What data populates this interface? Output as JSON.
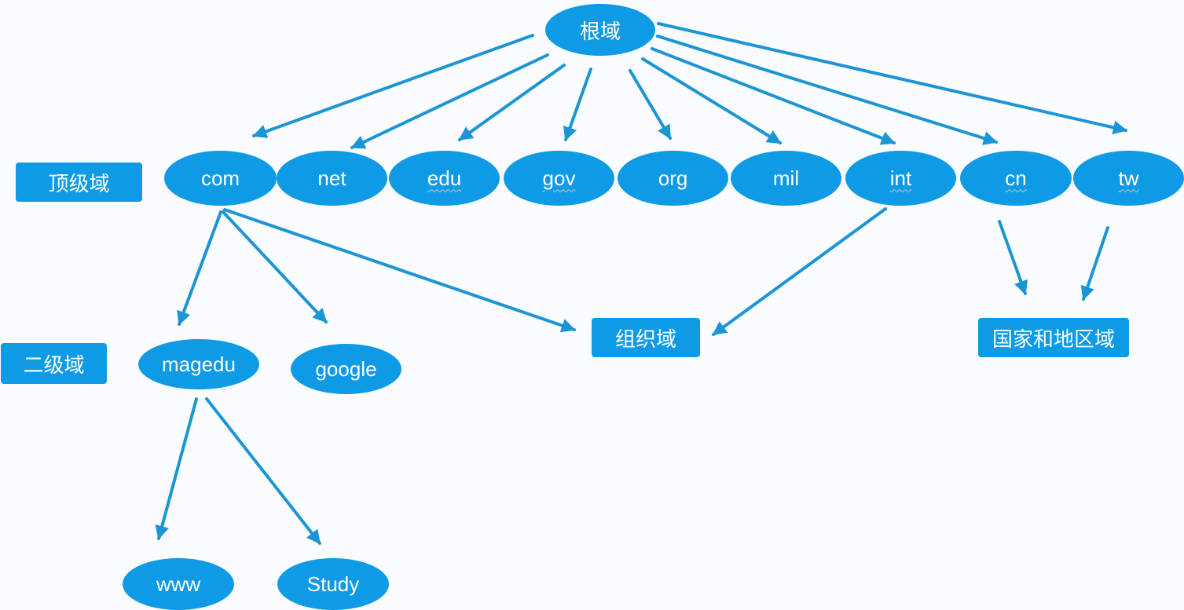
{
  "root": {
    "label": "根域"
  },
  "levels": {
    "top_level_label": "顶级域",
    "second_level_label": "二级域"
  },
  "tld": {
    "com": "com",
    "net": "net",
    "edu": "edu",
    "gov": "gov",
    "org": "org",
    "mil": "mil",
    "int": "int",
    "cn": "cn",
    "tw": "tw"
  },
  "categories": {
    "organization": "组织域",
    "country_region": "国家和地区域"
  },
  "second_level": {
    "magedu": "magedu",
    "google": "google"
  },
  "hosts": {
    "www": "www",
    "study": "Study"
  },
  "colors": {
    "node_fill": "#0f9ae6",
    "arrow": "#1b95d6",
    "text": "#ffffff",
    "background": "#fbfcff"
  }
}
